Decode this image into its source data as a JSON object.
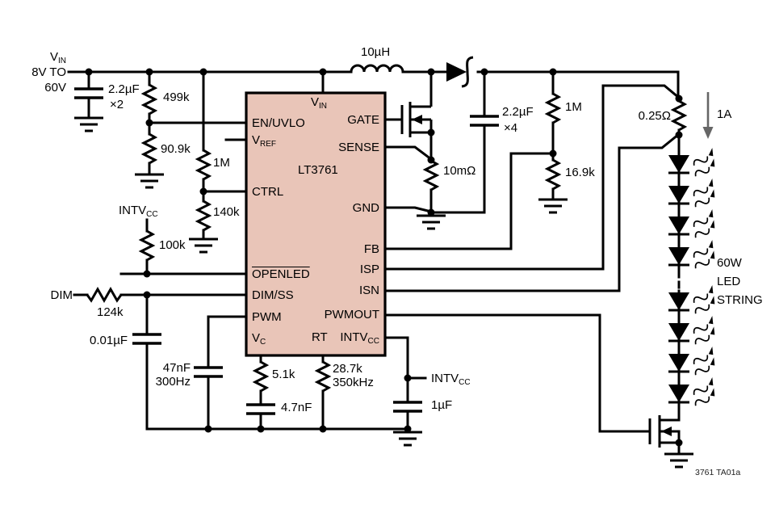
{
  "colors": {
    "ic_fill": "#e9c5b8",
    "wire": "#000000",
    "current_arrow": "#666666",
    "background": "#ffffff"
  },
  "ic": {
    "part": "LT3761",
    "pin_vin": {
      "main": "V",
      "sub": "IN"
    },
    "left": [
      {
        "main": "EN/UVLO",
        "sub": ""
      },
      {
        "main": "V",
        "sub": "REF"
      },
      {
        "main": "CTRL",
        "sub": ""
      },
      {
        "main": "OPENLED",
        "sub": ""
      },
      {
        "main": "DIM/SS",
        "sub": ""
      },
      {
        "main": "PWM",
        "sub": ""
      },
      {
        "main": "V",
        "sub": "C"
      }
    ],
    "right": [
      {
        "main": "GATE",
        "sub": ""
      },
      {
        "main": "SENSE",
        "sub": ""
      },
      {
        "main": "GND",
        "sub": ""
      },
      {
        "main": "FB",
        "sub": ""
      },
      {
        "main": "ISP",
        "sub": ""
      },
      {
        "main": "ISN",
        "sub": ""
      },
      {
        "main": "PWMOUT",
        "sub": ""
      },
      {
        "main": "INTV",
        "sub": "CC"
      }
    ],
    "bottom": [
      {
        "main": "RT",
        "sub": ""
      }
    ]
  },
  "labels": {
    "vin": {
      "main": "V",
      "sub": "IN"
    },
    "vin_range_1": "8V TO",
    "vin_range_2": "60V",
    "input_cap_value": "2.2µF",
    "input_cap_mult": "×2",
    "r_uvlo_top": "499k",
    "r_uvlo_bottom": "90.9k",
    "r_ctrl_top": "1M",
    "r_ctrl_bottom": "140k",
    "intvcc_pullup_rail": {
      "main": "INTV",
      "sub": "CC"
    },
    "r_openled_pullup": "100k",
    "dim_input": "DIM",
    "r_dim": "124k",
    "c_ss": "0.01µF",
    "c_pwm_value": "47nF",
    "c_pwm_freq": "300Hz",
    "r_vc": "5.1k",
    "c_vc": "4.7nF",
    "r_rt_value": "28.7k",
    "r_rt_freq": "350kHz",
    "intvcc_bypass_rail": {
      "main": "INTV",
      "sub": "CC"
    },
    "c_intvcc": "1µF",
    "inductor": "10µH",
    "r_sense": "10mΩ",
    "output_cap_value": "2.2µF",
    "output_cap_mult": "×4",
    "r_fb_top": "1M",
    "r_fb_bottom": "16.9k",
    "r_led_sense": "0.25Ω",
    "led_current": "1A",
    "led_string_line1": "60W",
    "led_string_line2": "LED",
    "led_string_line3": "STRING",
    "figure_id": "3761 TA01a"
  }
}
